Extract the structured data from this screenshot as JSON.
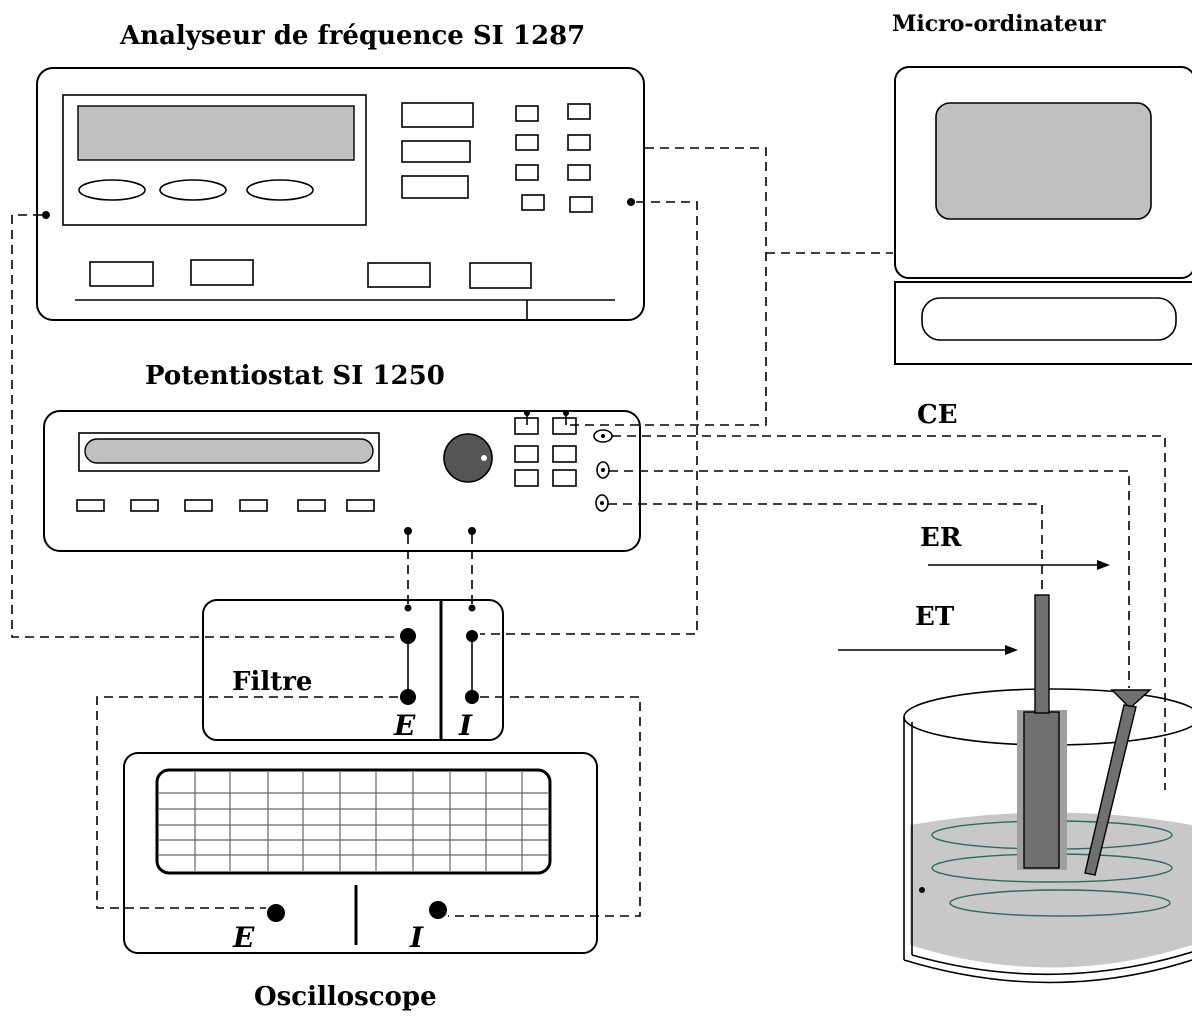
{
  "labels": {
    "analyzer": "Analyseur de fréquence  SI 1287",
    "computer": "Micro-ordinateur",
    "potentiostat": "Potentiostat SI 1250",
    "filter": "Filtre",
    "oscilloscope": "Oscilloscope",
    "ce": "CE",
    "er": "ER",
    "et": "ET",
    "filter_e": "E",
    "filter_i": "I",
    "osc_e": "E",
    "osc_i": "I"
  },
  "colors": {
    "screen_gray": "#c0c0c0",
    "knob_gray": "#555555",
    "electrode_gray": "#707070",
    "solution_gray": "#c8c8c8"
  }
}
